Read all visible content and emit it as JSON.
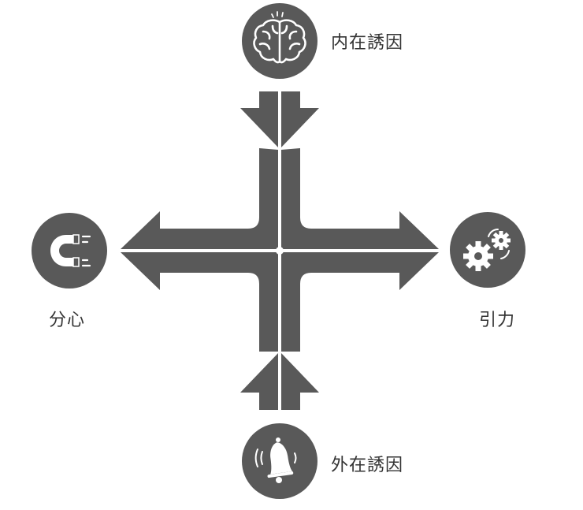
{
  "labels": {
    "internal": "内在誘因",
    "external": "外在誘因",
    "distraction": "分心",
    "traction": "引力"
  },
  "icons": {
    "internal": "brain-icon",
    "external": "bell-icon",
    "distraction": "magnet-icon",
    "traction": "gears-icon"
  },
  "colors": {
    "dark": "#595959",
    "light": "#ffffff",
    "text": "#333333"
  }
}
